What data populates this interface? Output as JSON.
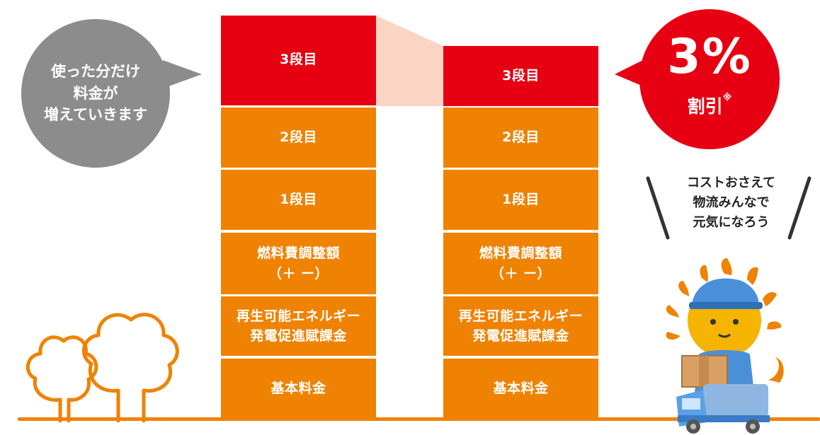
{
  "left_bubble": {
    "lines": [
      "使った分だけ",
      "料金が",
      "増えていきます"
    ]
  },
  "right_bubble": {
    "percent": "3%",
    "label": "割引",
    "note_mark": "※"
  },
  "slogan": {
    "lines": [
      "コストおさえて",
      "物流みんなで",
      "元気になろう"
    ]
  },
  "left_column": {
    "tier3": "3段目",
    "tier2": "2段目",
    "tier1": "1段目",
    "fuel": [
      "燃料費調整額",
      "（＋ ー）"
    ],
    "renewable": [
      "再生可能エネルギー",
      "発電促進賦課金"
    ],
    "basic": "基本料金"
  },
  "right_column": {
    "tier3": "3段目",
    "tier2": "2段目",
    "tier1": "1段目",
    "fuel": [
      "燃料費調整額",
      "（＋ ー）"
    ],
    "renewable": [
      "再生可能エネルギー",
      "発電促進賦課金"
    ],
    "basic": "基本料金"
  },
  "colors": {
    "red": "#e60012",
    "orange": "#ef8200",
    "gray": "#8c8c8c",
    "reduction_band": "#fad5c4",
    "ground_line": "#ef8200"
  },
  "icons": [
    "tree-icon",
    "lion-mascot-icon",
    "delivery-truck-icon",
    "cardboard-box-icon"
  ]
}
